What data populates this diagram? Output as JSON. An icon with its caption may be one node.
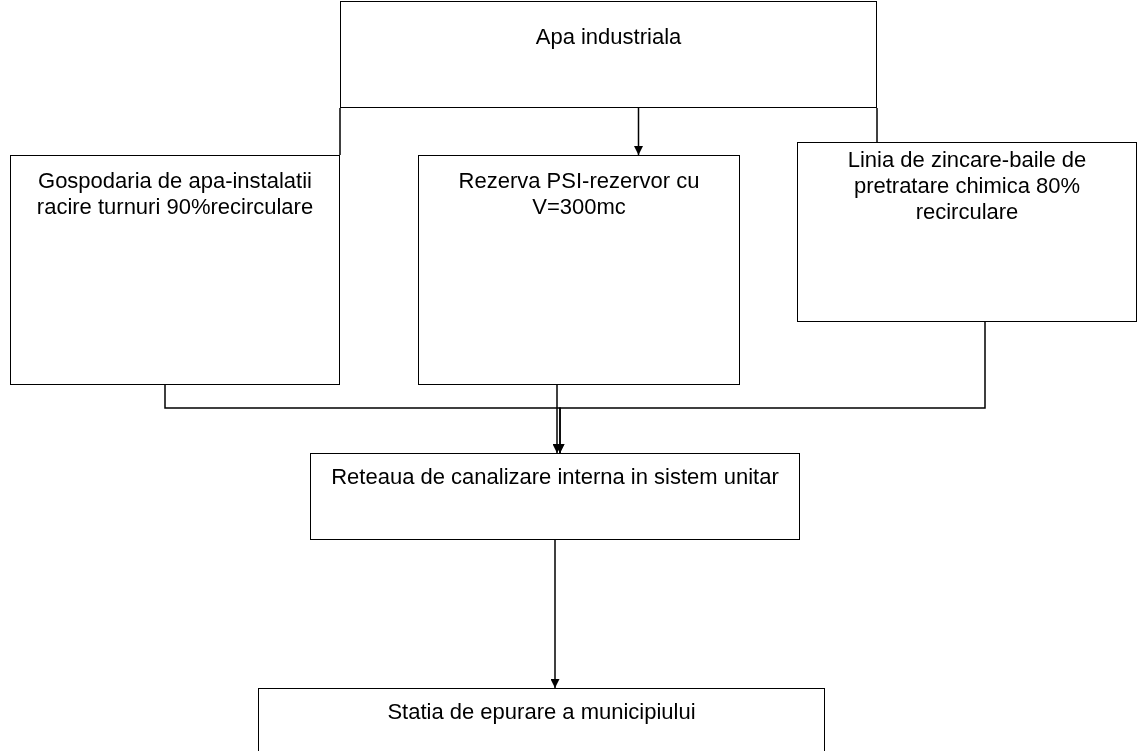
{
  "diagram": {
    "nodes": [
      {
        "text": [
          "Apa industriala"
        ]
      },
      {
        "text": [
          "Gospodaria de apa-instalatii racire turnuri 90%recirculare"
        ]
      },
      {
        "text": [
          "Rezerva PSI-rezervor cu V=300mc"
        ]
      },
      {
        "text": [
          "Linia de zincare-baile de pretratare chimica 80% recirculare"
        ]
      },
      {
        "text": [
          "Reteaua de canalizare interna in sistem unitar"
        ]
      },
      {
        "text": [
          "Statia de epurare a municipiului"
        ]
      }
    ],
    "edges": [
      {
        "from": 0,
        "to": 1,
        "arrow": "none"
      },
      {
        "from": 0,
        "to": 2,
        "arrow": "to"
      },
      {
        "from": 0,
        "to": 3,
        "arrow": "none"
      },
      {
        "from": 1,
        "to": 4,
        "arrow": "to"
      },
      {
        "from": 2,
        "to": 4,
        "arrow": "to"
      },
      {
        "from": 3,
        "to": 4,
        "arrow": "to"
      },
      {
        "from": 4,
        "to": 5,
        "arrow": "to"
      }
    ]
  }
}
